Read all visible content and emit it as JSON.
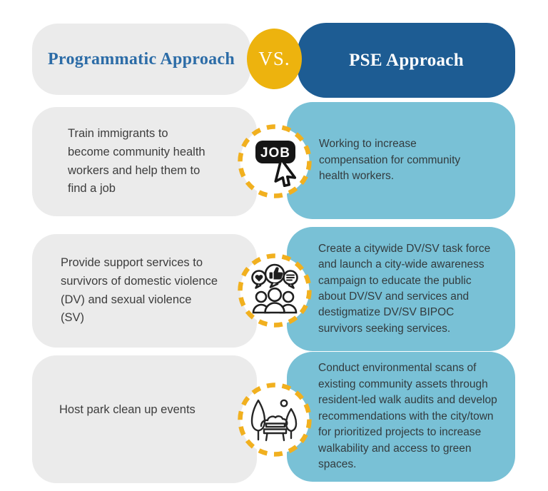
{
  "header": {
    "left_label": "Programmatic Approach",
    "vs_label": "VS.",
    "right_label": "PSE Approach"
  },
  "rows": [
    {
      "programmatic": "Train immigrants to\nbecome community health\nworkers and help them to\nfind a job",
      "icon": "job-cursor-icon",
      "pse": "Working to increase\ncompensation for community\nhealth workers."
    },
    {
      "programmatic": "Provide support services to\nsurvivors of domestic violence\n(DV) and sexual violence\n(SV)",
      "icon": "community-discussion-icon",
      "pse": "Create a citywide DV/SV task force\nand launch a city-wide awareness\ncampaign to educate the public\nabout DV/SV and services and\ndestigmatize DV/SV BIPOC\nsurvivors seeking services."
    },
    {
      "programmatic": "Host park clean up events",
      "icon": "park-bench-icon",
      "pse": "Conduct environmental scans of\nexisting community assets through\nresident-led walk audits and develop\nrecommendations with the city/town\nfor prioritized projects to increase\nwalkability and access to green\nspaces."
    }
  ],
  "colors": {
    "gray_box": "#ebebeb",
    "teal_box": "#79c1d6",
    "dark_blue": "#1d5c93",
    "yellow": "#edb30e",
    "dash_yellow": "#f1b01f",
    "header_text_blue": "#2c6ca7",
    "body_text": "#3d3d3d",
    "body_text_on_teal": "#333b3e"
  }
}
